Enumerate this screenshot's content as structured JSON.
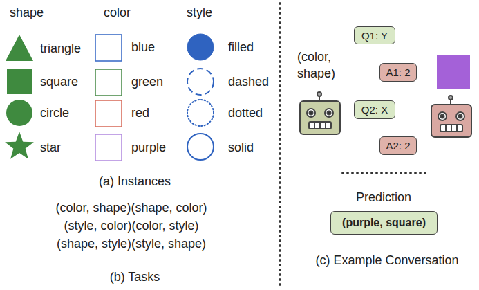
{
  "diagram": {
    "nodes": [
      {
        "text": [
          "Q1: Y"
        ]
      },
      {
        "text": [
          "A1: 2"
        ]
      },
      {
        "text": [
          "Q2: X"
        ]
      },
      {
        "text": [
          "A2: 2"
        ]
      },
      {
        "text": [
          "(purple, square)"
        ]
      }
    ],
    "labels": [
      "shape",
      "color",
      "style",
      "triangle",
      "blue",
      "filled",
      "square",
      "green",
      "dashed",
      "circle",
      "red",
      "dotted",
      "star",
      "purple",
      "solid",
      "(a) Instances",
      "(color, shape)(shape, color)",
      "(style, color)(color, style)",
      "(shape, style)(style, shape)",
      "(b) Tasks",
      "(color, shape)",
      "Prediction",
      "(c) Example Conversation"
    ]
  }
}
